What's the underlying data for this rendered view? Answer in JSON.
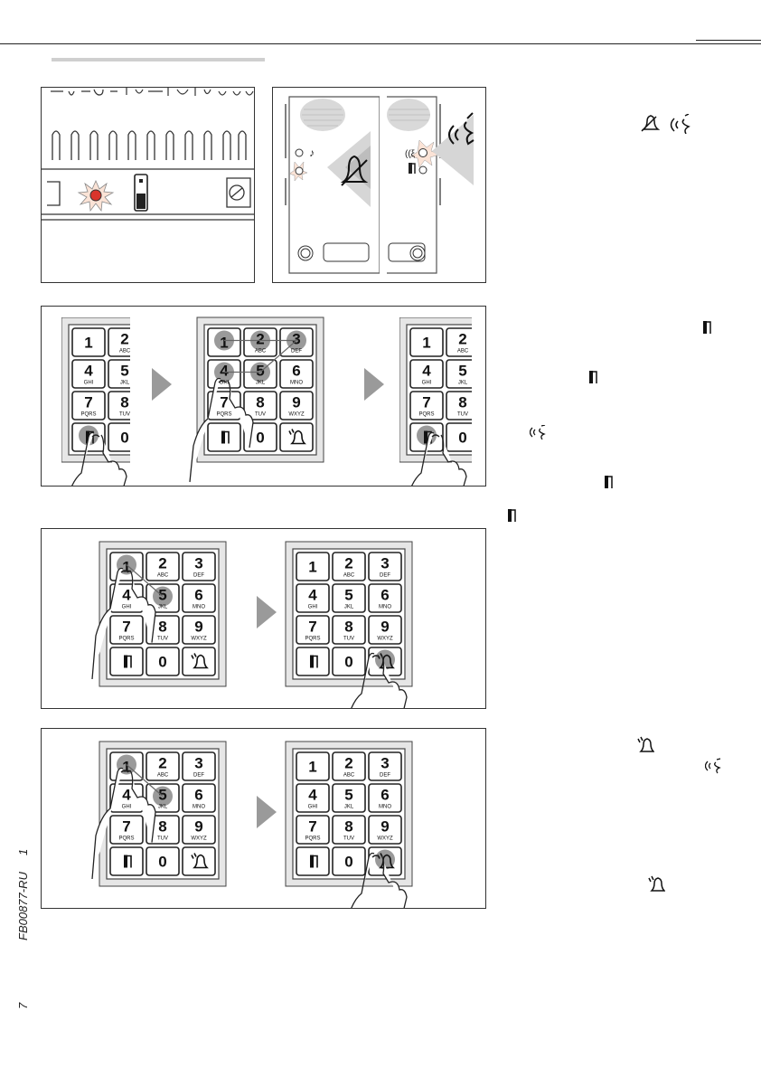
{
  "doc": {
    "code": "FB00877-RU",
    "chapter": "1",
    "page_number": "7"
  },
  "keypad": {
    "keys": [
      {
        "digit": "1",
        "letters": ""
      },
      {
        "digit": "2",
        "letters": "ABC"
      },
      {
        "digit": "3",
        "letters": "DEF"
      },
      {
        "digit": "4",
        "letters": "GHI"
      },
      {
        "digit": "5",
        "letters": "JKL"
      },
      {
        "digit": "6",
        "letters": "MNO"
      },
      {
        "digit": "7",
        "letters": "PQRS"
      },
      {
        "digit": "8",
        "letters": "TUV"
      },
      {
        "digit": "9",
        "letters": "WXYZ"
      },
      {
        "digit": "",
        "letters": "",
        "icon": "door-icon"
      },
      {
        "digit": "0",
        "letters": ""
      },
      {
        "digit": "",
        "letters": "",
        "icon": "bell-icon"
      }
    ]
  },
  "colors": {
    "key_press": "#9a9a9a",
    "arrow": "#9a9a9a",
    "led_red": "#d9342b",
    "panel_bg": "#e6e6e6"
  }
}
